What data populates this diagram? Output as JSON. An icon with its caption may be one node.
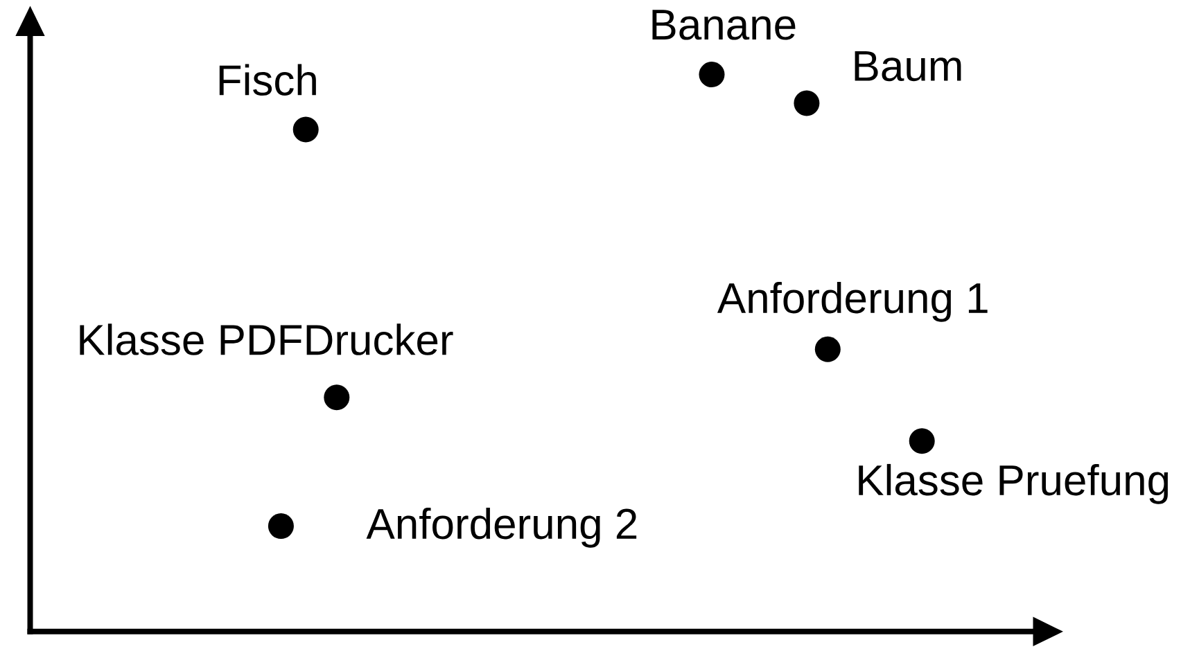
{
  "diagram": {
    "labels": [
      "Banane",
      "Baum",
      "Fisch",
      "Anforderung 1",
      "Klasse PDFDrucker",
      "Klasse Pruefung",
      "Anforderung 2"
    ]
  }
}
